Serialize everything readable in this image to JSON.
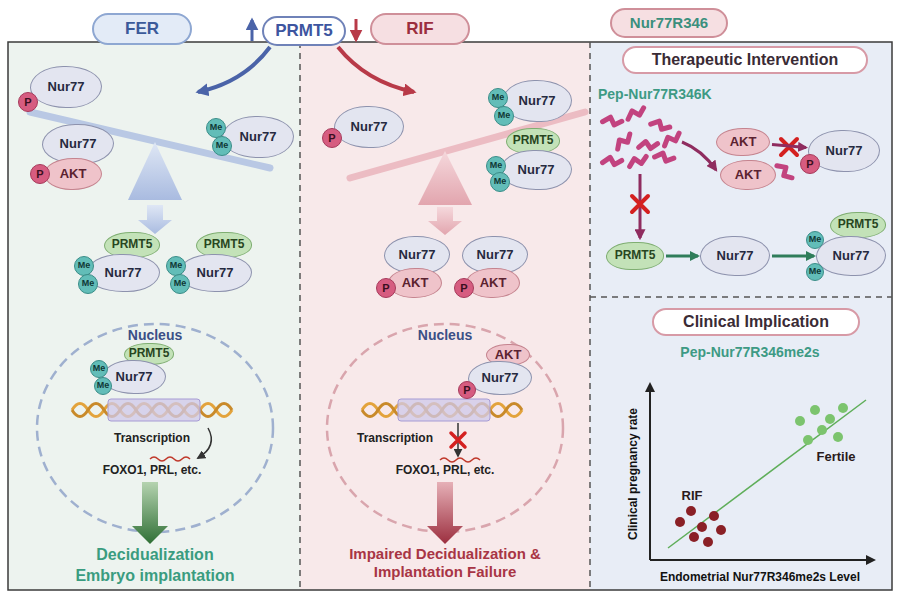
{
  "diagram": {
    "nodes": [
      {
        "text": [
          "FER"
        ]
      },
      {
        "text": [
          "PRMT5"
        ]
      },
      {
        "text": [
          "RIF"
        ]
      },
      {
        "text": [
          "Nur77R346"
        ]
      },
      {
        "text": [
          "Nur77"
        ]
      },
      {
        "text": [
          "P"
        ]
      },
      {
        "text": [
          "Nur77"
        ]
      },
      {
        "text": [
          "AKT"
        ]
      },
      {
        "text": [
          "P"
        ]
      },
      {
        "text": [
          "Nur77"
        ]
      },
      {
        "text": [
          "Me"
        ]
      },
      {
        "text": [
          "Me"
        ]
      },
      {
        "text": [
          "PRMT5"
        ]
      },
      {
        "text": [
          "Nur77"
        ]
      },
      {
        "text": [
          "Me"
        ]
      },
      {
        "text": [
          "Me"
        ]
      },
      {
        "text": [
          "PRMT5"
        ]
      },
      {
        "text": [
          "Nur77"
        ]
      },
      {
        "text": [
          "Me"
        ]
      },
      {
        "text": [
          "Me"
        ]
      },
      {
        "text": [
          "PRMT5"
        ]
      },
      {
        "text": [
          "Nur77"
        ]
      },
      {
        "text": [
          "Me"
        ]
      },
      {
        "text": [
          "Me"
        ]
      },
      {
        "text": [
          "Nur77"
        ]
      },
      {
        "text": [
          "P"
        ]
      },
      {
        "text": [
          "Nur77"
        ]
      },
      {
        "text": [
          "Me"
        ]
      },
      {
        "text": [
          "Me"
        ]
      },
      {
        "text": [
          "PRMT5"
        ]
      },
      {
        "text": [
          "Nur77"
        ]
      },
      {
        "text": [
          "Me"
        ]
      },
      {
        "text": [
          "Me"
        ]
      },
      {
        "text": [
          "Nur77"
        ]
      },
      {
        "text": [
          "AKT"
        ]
      },
      {
        "text": [
          "P"
        ]
      },
      {
        "text": [
          "Nur77"
        ]
      },
      {
        "text": [
          "AKT"
        ]
      },
      {
        "text": [
          "P"
        ]
      },
      {
        "text": [
          "AKT"
        ]
      },
      {
        "text": [
          "Nur77"
        ]
      },
      {
        "text": [
          "P"
        ]
      },
      {
        "text": [
          "Therapeutic Intervention"
        ]
      },
      {
        "text": [
          "AKT"
        ]
      },
      {
        "text": [
          "AKT"
        ]
      },
      {
        "text": [
          "Nur77"
        ]
      },
      {
        "text": [
          "P"
        ]
      },
      {
        "text": [
          "PRMT5"
        ]
      },
      {
        "text": [
          "Nur77"
        ]
      },
      {
        "text": [
          "PRMT5"
        ]
      },
      {
        "text": [
          "Nur77"
        ]
      },
      {
        "text": [
          "Me"
        ]
      },
      {
        "text": [
          "Me"
        ]
      },
      {
        "text": [
          "Clinical Implication"
        ]
      }
    ],
    "edges": [
      {
        "from": 43,
        "to": 45,
        "arrow": "to"
      },
      {
        "from": 47,
        "to": 48,
        "arrow": "to"
      },
      {
        "from": 48,
        "to": 50,
        "arrow": "to"
      }
    ],
    "labels": [
      "Nucleus",
      "Transcription",
      "FOXO1, PRL, etc.",
      "Decidualization",
      "Embryo implantation",
      "Nucleus",
      "Transcription",
      "FOXO1, PRL, etc.",
      "Impaired Decidualization & Implantation Failure",
      "Pep-Nur77R346K",
      "Pep-Nur77R346me2s",
      "Clinical pregnancy rate",
      "Endometrial Nur77R346me2s Level",
      "RIF",
      "Fertile"
    ]
  }
}
